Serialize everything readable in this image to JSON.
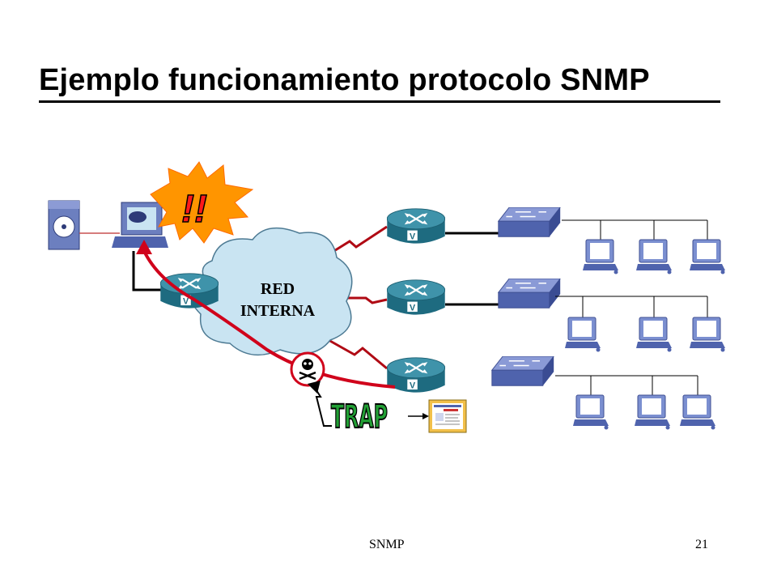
{
  "slide": {
    "title": "Ejemplo funcionamiento protocolo SNMP",
    "footer_left": "SNMP",
    "footer_right": "21"
  },
  "diagram": {
    "cloud_line1": "RED",
    "cloud_line2": "INTERNA",
    "alert_label": "!!",
    "trap_label": "TRAP",
    "router_badge": "V",
    "colors": {
      "trap_path": "#d0021b",
      "router_body": "#2f7f95",
      "switch_body": "#5a6fb8",
      "pc_body": "#6a7fc4",
      "cloud_fill": "#c9e4f2",
      "burst_fill": "#ff8c00",
      "burst_text": "#ff2020",
      "trap_text": "#22a035"
    },
    "icons": [
      "server-icon",
      "monitor-icon",
      "router-icon",
      "switch-icon",
      "pc-icon",
      "skull-icon",
      "document-icon"
    ]
  }
}
